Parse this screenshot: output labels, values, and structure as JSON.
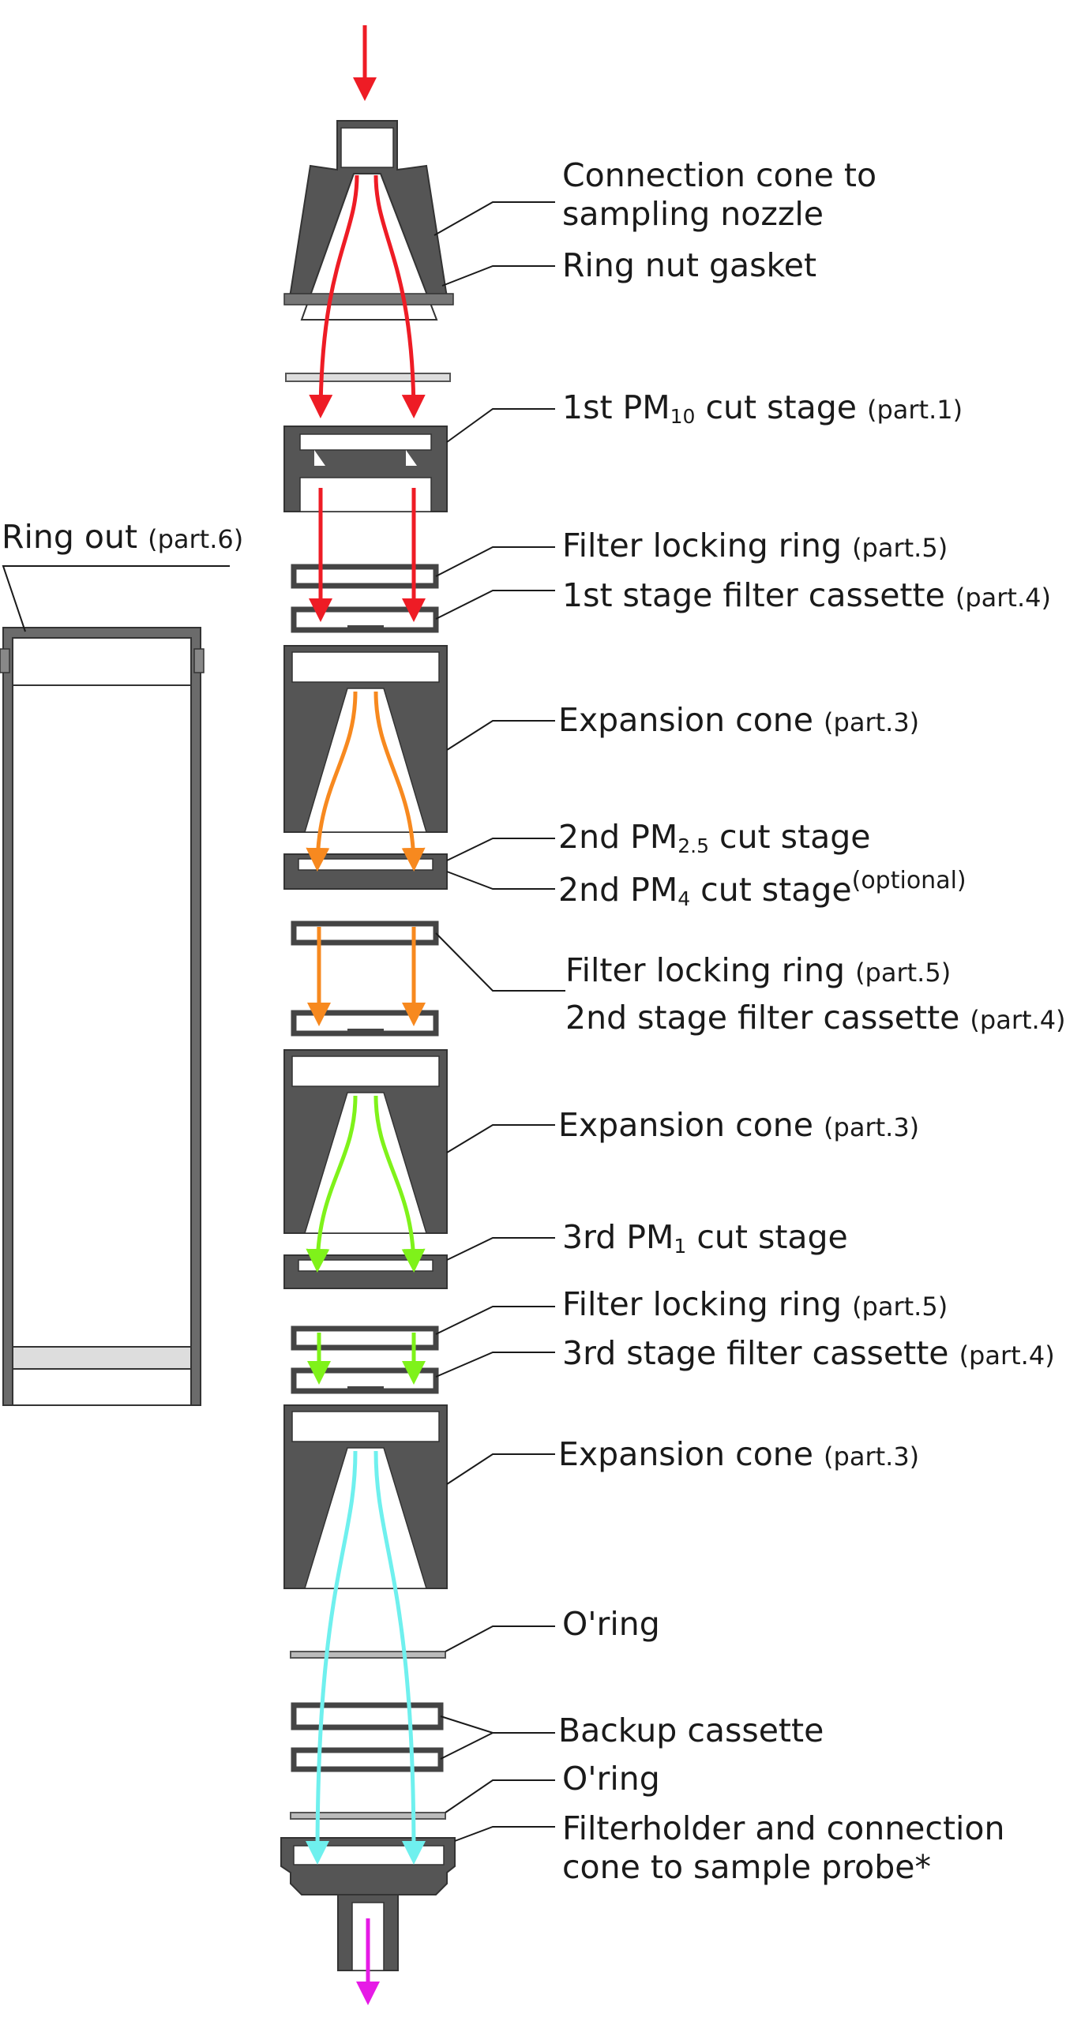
{
  "labels": {
    "connection_cone": {
      "line1": "Connection cone to",
      "line2": "sampling nozzle"
    },
    "ring_nut_gasket": {
      "text": "Ring nut gasket"
    },
    "pm10_stage": {
      "pre": "1st PM",
      "sub": "10",
      "post": " cut stage ",
      "note": "(part.1)"
    },
    "ring_out": {
      "text": "Ring out ",
      "note": "(part.6)"
    },
    "filter_ring_1": {
      "text": "Filter locking ring ",
      "note": "(part.5)"
    },
    "filter_cassette_1": {
      "text": "1st stage filter cassette ",
      "note": "(part.4)"
    },
    "expansion_cone_1": {
      "text": "Expansion cone ",
      "note": "(part.3)"
    },
    "pm25_stage": {
      "pre": "2nd PM",
      "sub": "2.5",
      "post": " cut stage"
    },
    "pm4_stage": {
      "pre": "2nd PM",
      "sub": "4",
      "post": " cut stage",
      "sup": "(optional)"
    },
    "filter_ring_2": {
      "text": "Filter locking ring ",
      "note": "(part.5)"
    },
    "filter_cassette_2": {
      "text": "2nd stage filter cassette ",
      "note": "(part.4)"
    },
    "expansion_cone_2": {
      "text": "Expansion cone ",
      "note": "(part.3)"
    },
    "pm1_stage": {
      "pre": "3rd PM",
      "sub": "1",
      "post": " cut stage"
    },
    "filter_ring_3": {
      "text": "Filter locking ring ",
      "note": "(part.5)"
    },
    "filter_cassette_3": {
      "text": "3rd stage filter cassette ",
      "note": "(part.4)"
    },
    "expansion_cone_3": {
      "text": "Expansion cone ",
      "note": "(part.3)"
    },
    "oring_1": {
      "text": "O'ring"
    },
    "backup_cassette": {
      "text": "Backup cassette"
    },
    "oring_2": {
      "text": "O'ring"
    },
    "filterholder": {
      "line1": "Filterholder and connection",
      "line2": "cone to sample probe*"
    }
  },
  "colors": {
    "inlet_flow": "#ee1c25",
    "pm10_flow": "#f7891f",
    "pm25_flow": "#7ff21a",
    "pm1_flow": "#6ff0ee",
    "outlet_flow": "#e61be6",
    "part_body": "#555555",
    "part_outline": "#333333",
    "part_fill": "#ffffff"
  }
}
